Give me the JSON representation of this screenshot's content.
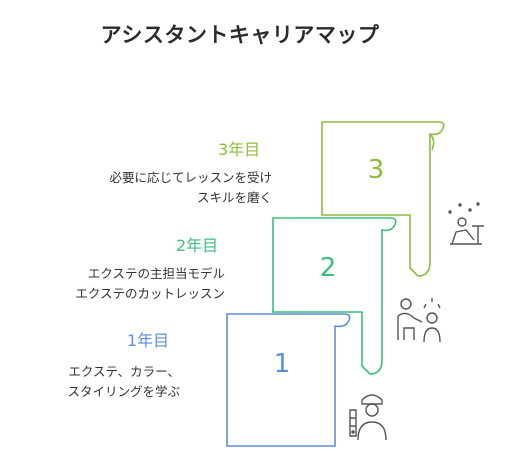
{
  "title": "アシスタントキャリアマップ",
  "colors": {
    "year1": "#5b8fd6",
    "year2": "#3cbf7a",
    "year3": "#8dbd3d",
    "icon": "#555555"
  },
  "steps": [
    {
      "year": "1年目",
      "number": "1",
      "lines": [
        "エクステ、カラー、",
        "スタイリングを学ぶ"
      ],
      "icon": "stylist-with-tools-icon"
    },
    {
      "year": "2年目",
      "number": "2",
      "lines": [
        "エクステの主担当モデル",
        "エクステのカットレッスン"
      ],
      "icon": "stylist-with-model-icon"
    },
    {
      "year": "3年目",
      "number": "3",
      "lines": [
        "必要に応じてレッスンを受け",
        "スキルを磨く"
      ],
      "icon": "stylist-practicing-icon"
    }
  ]
}
